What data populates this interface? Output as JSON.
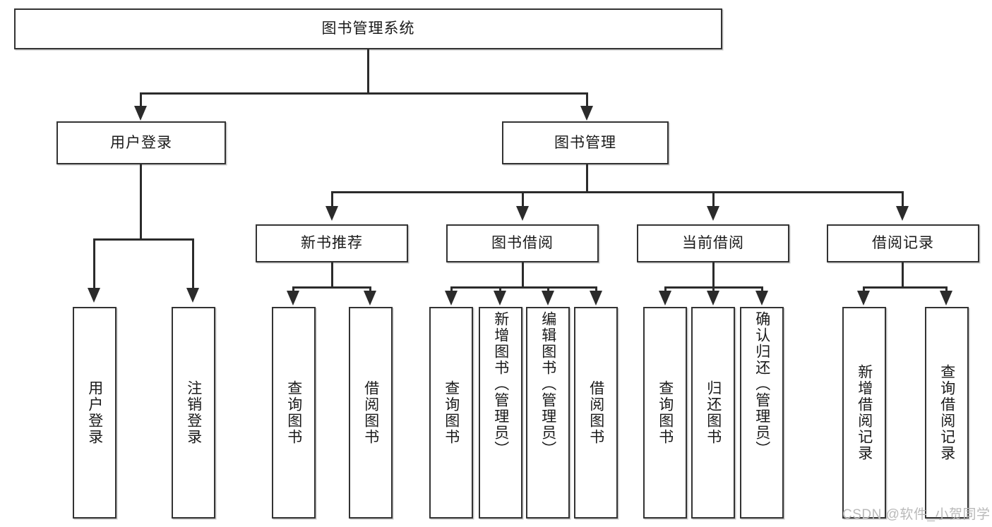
{
  "diagram": {
    "type": "tree-hierarchy",
    "title": "图书管理系统",
    "root": {
      "id": "root",
      "label": "图书管理系统"
    },
    "level1": [
      {
        "id": "user-login",
        "label": "用户登录"
      },
      {
        "id": "book-manage",
        "label": "图书管理"
      }
    ],
    "level2": [
      {
        "id": "new-book-recommend",
        "label": "新书推荐",
        "parent": "book-manage"
      },
      {
        "id": "book-borrow",
        "label": "图书借阅",
        "parent": "book-manage"
      },
      {
        "id": "current-borrow",
        "label": "当前借阅",
        "parent": "book-manage"
      },
      {
        "id": "borrow-record",
        "label": "借阅记录",
        "parent": "book-manage"
      }
    ],
    "leaves": {
      "user-login": [
        {
          "id": "leaf-user-login",
          "label": "用户登录"
        },
        {
          "id": "leaf-logout",
          "label": "注销登录"
        }
      ],
      "new-book-recommend": [
        {
          "id": "leaf-query-book-1",
          "label": "查询图书"
        },
        {
          "id": "leaf-borrow-book-1",
          "label": "借阅图书"
        }
      ],
      "book-borrow": [
        {
          "id": "leaf-query-book-2",
          "label": "查询图书"
        },
        {
          "id": "leaf-add-book",
          "label": "新增图书（管理员）"
        },
        {
          "id": "leaf-edit-book",
          "label": "编辑图书（管理员）"
        },
        {
          "id": "leaf-borrow-book-2",
          "label": "借阅图书"
        }
      ],
      "current-borrow": [
        {
          "id": "leaf-query-book-3",
          "label": "查询图书"
        },
        {
          "id": "leaf-return-book",
          "label": "归还图书"
        },
        {
          "id": "leaf-confirm-return",
          "label": "确认归还（管理员）"
        }
      ],
      "borrow-record": [
        {
          "id": "leaf-add-record",
          "label": "新增借阅记录"
        },
        {
          "id": "leaf-query-record",
          "label": "查询借阅记录"
        }
      ]
    },
    "colors": {
      "box_border": "#333333",
      "connector": "#2b2b2b",
      "background": "#ffffff",
      "text": "#1a1a1a",
      "watermark": "#b9b9b9"
    }
  },
  "watermark": {
    "text": "CSDN @软件_小贺同学"
  }
}
